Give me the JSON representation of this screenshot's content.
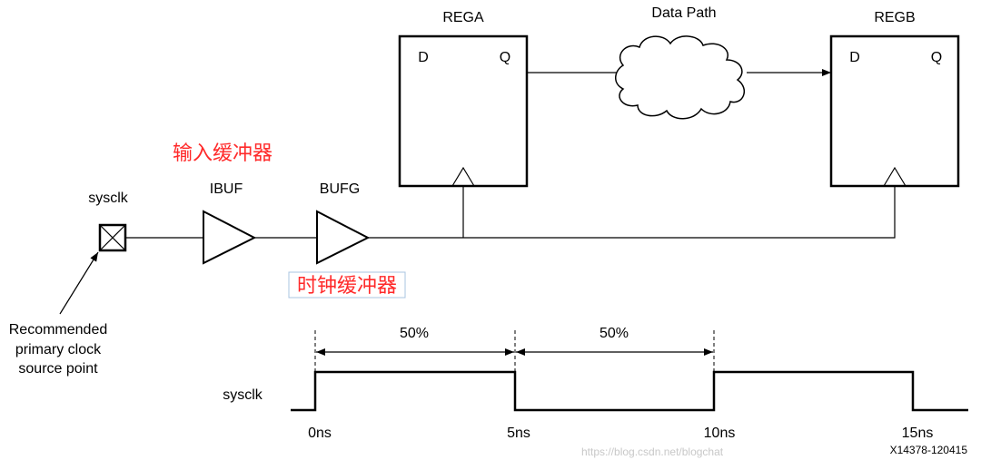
{
  "labels": {
    "rega": "REGA",
    "regb": "REGB",
    "data_path": "Data Path",
    "d": "D",
    "q": "Q",
    "sysclk_pad": "sysclk",
    "ibuf": "IBUF",
    "bufg": "BUFG",
    "ibuf_cn": "输入缓冲器",
    "bufg_cn": "时钟缓冲器",
    "recommended_line1": "Recommended",
    "recommended_line2": "primary clock",
    "recommended_line3": "source point",
    "waveform_signal": "sysclk",
    "duty_high": "50%",
    "duty_low": "50%",
    "figure_id": "X14378-120415",
    "watermark": "https://blog.csdn.net/blogchat"
  },
  "waveform": {
    "ticks": [
      "0ns",
      "5ns",
      "10ns",
      "15ns"
    ],
    "period_ns": 10,
    "duty_cycle_percent": 50
  },
  "colors": {
    "annotation_red": "#ff2a2a",
    "annotation_box": "#a8c4e0"
  }
}
